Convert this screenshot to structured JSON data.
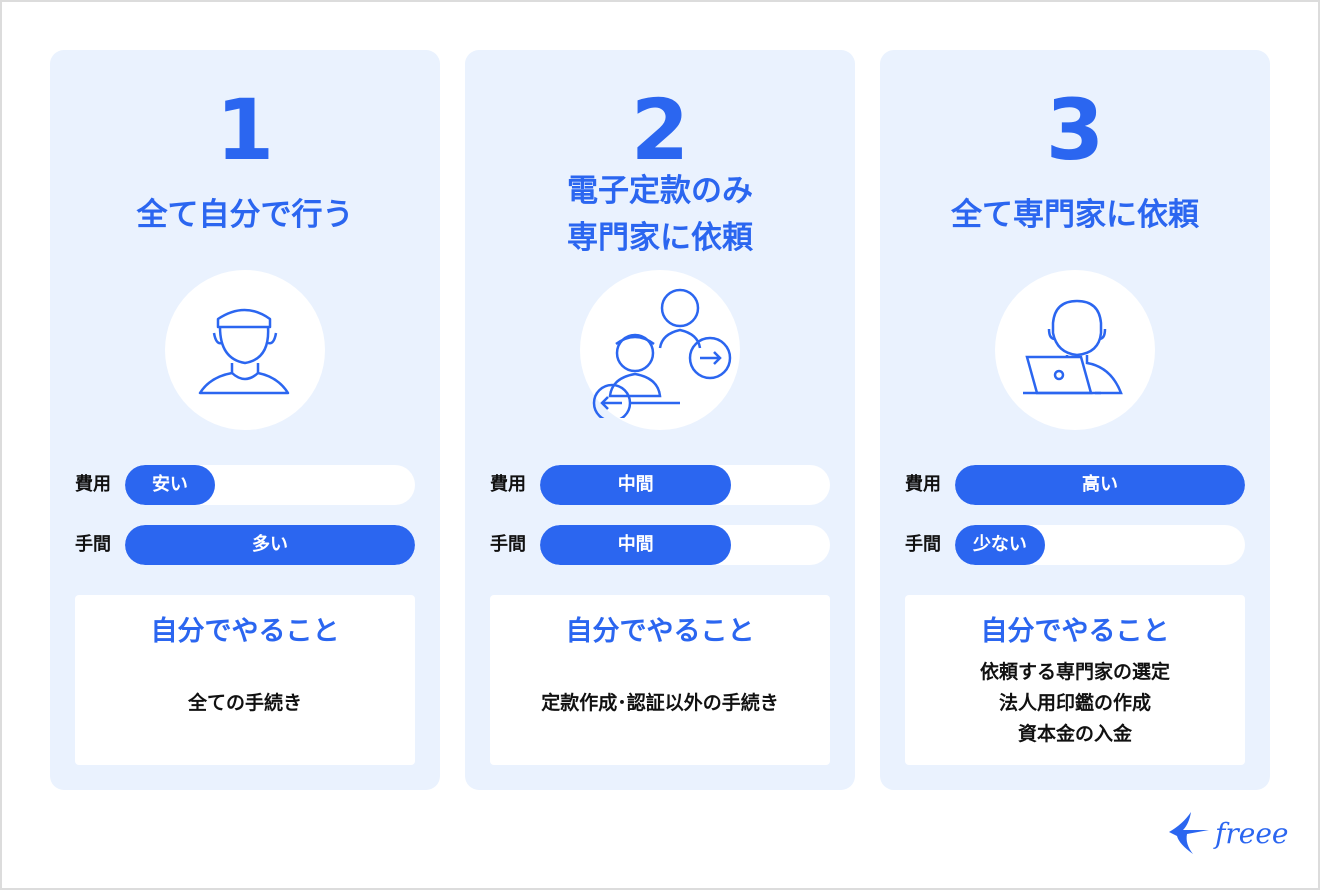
{
  "colors": {
    "accent": "#2b66f0",
    "card_bg": "#eaf2fe"
  },
  "cards": [
    {
      "number": "1",
      "title": [
        "全て自分で行う"
      ],
      "icon": "person-cap-icon",
      "cost": {
        "label": "費用",
        "value": "安い",
        "level": 0.31
      },
      "effort": {
        "label": "手間",
        "value": "多い",
        "level": 1.0
      },
      "todo_heading": "自分でやること",
      "todo": [
        "全ての手続き"
      ]
    },
    {
      "number": "2",
      "title": [
        "電子定款のみ",
        "専門家に依頼"
      ],
      "icon": "exchange-people-icon",
      "cost": {
        "label": "費用",
        "value": "中間",
        "level": 0.66
      },
      "effort": {
        "label": "手間",
        "value": "中間",
        "level": 0.66
      },
      "todo_heading": "自分でやること",
      "todo": [
        "定款作成･認証以外の手続き"
      ]
    },
    {
      "number": "3",
      "title": [
        "全て専門家に依頼"
      ],
      "icon": "person-laptop-icon",
      "cost": {
        "label": "費用",
        "value": "高い",
        "level": 1.0
      },
      "effort": {
        "label": "手間",
        "value": "少ない",
        "level": 0.31
      },
      "todo_heading": "自分でやること",
      "todo": [
        "依頼する専門家の選定",
        "法人用印鑑の作成",
        "資本金の入金"
      ]
    }
  ],
  "logo": {
    "text": "freee"
  }
}
